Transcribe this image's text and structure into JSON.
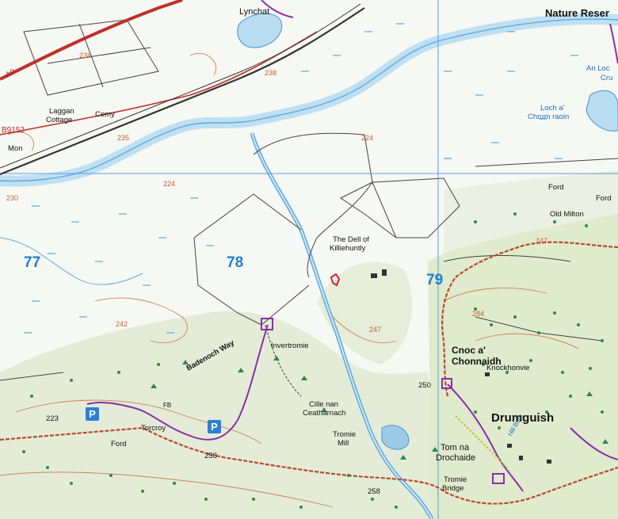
{
  "map": {
    "grid_numbers": [
      "77",
      "78",
      "79"
    ],
    "places": {
      "lynchat": "Lynchat",
      "nature_reserve": "Nature Reser",
      "an_loch": "An Loc",
      "an_loch_2": "Cru",
      "loch_chrom_1": "Loch a'",
      "loch_chrom_2": "Chrom raoin",
      "laggan_1": "Laggan",
      "laggan_2": "Cottage",
      "cemy": "Cemy",
      "mon": "Mon",
      "dell_1": "The Dell of",
      "dell_2": "Killiehuntly",
      "ford_ne": "Ford",
      "forc": "Ford",
      "old_milton": "Old Milton",
      "cnoc_1": "Cnoc a'",
      "cnoc_2": "Chonnaidh",
      "knockhonvie": "Knockhonvie",
      "invertromie": "Invertromie",
      "badenoch_way": "Badenoch Way",
      "cille_1": "Cille nan",
      "cille_2": "Ceatharnach",
      "tromie_mill_1": "Tromie",
      "tromie_mill_2": "Mill",
      "drumguish": "Drumguish",
      "tom_1": "Tom na",
      "tom_2": "Drochaide",
      "tromie_bridge_1": "Tromie",
      "tromie_bridge_2": "Bridge",
      "fb": "FB",
      "torcroy": "Torcroy",
      "ford_sw": "Ford",
      "hill_burn": "Hill Burn"
    },
    "roads": {
      "a9": "A9",
      "b9152": "B9152"
    },
    "heights": {
      "h238a": "238",
      "h238b": "238",
      "h235": "235",
      "h224a": "224",
      "h224b": "224",
      "h230": "230",
      "h242": "242",
      "h247": "247",
      "h284": "284",
      "h250": "250",
      "h223": "223",
      "h253": "253",
      "h258": "258",
      "h247b": "247"
    },
    "parking": "P",
    "colors": {
      "water": "#b8dcf0",
      "river": "#5fa9dc",
      "wood": "#e4ecd8",
      "tree": "#2e8a4a",
      "contour": "#d0824c",
      "road": "#c0302a",
      "trail": "#8a2fa6",
      "rail": "#333333",
      "grid": "#3d8fe0"
    }
  }
}
